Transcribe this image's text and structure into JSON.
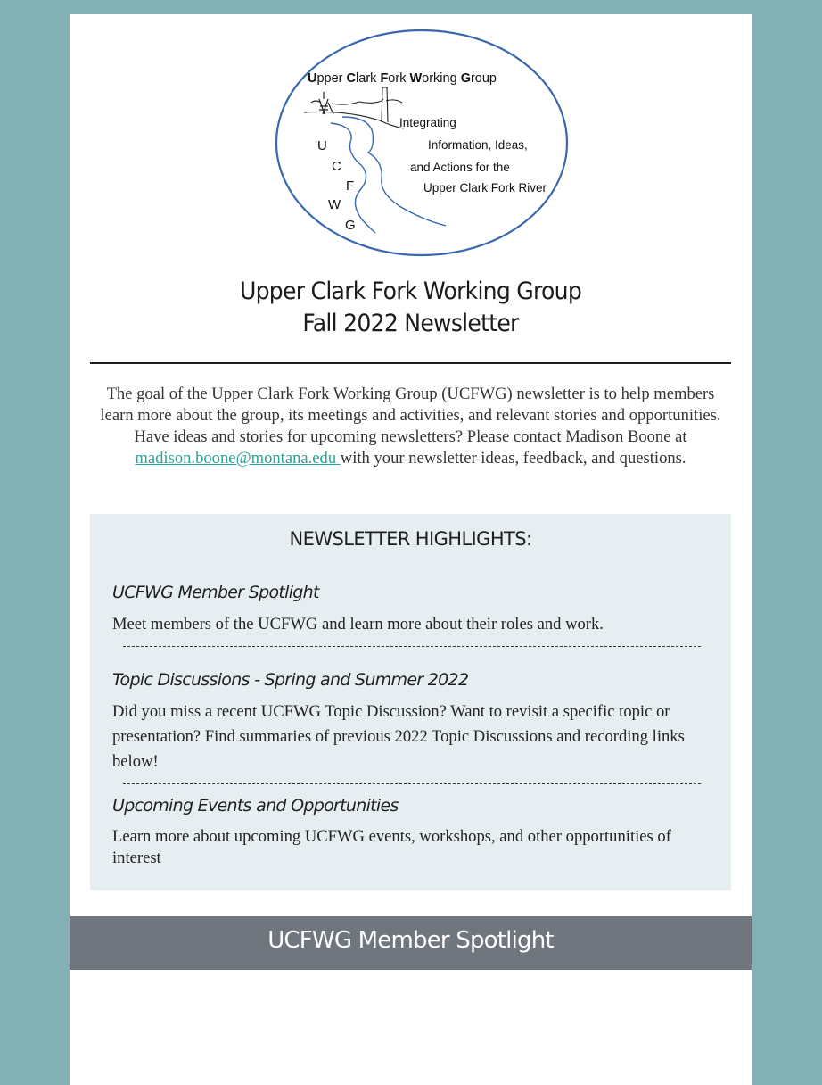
{
  "colors": {
    "page_background": "#82b0b5",
    "card_background": "#ffffff",
    "highlights_background": "#e7eef2",
    "section_band": "#6f767d",
    "link": "#2aa39a",
    "logo_blue": "#3a68b0"
  },
  "logo": {
    "title_parts": [
      {
        "initial": "U",
        "rest": "pper "
      },
      {
        "initial": "C",
        "rest": "lark "
      },
      {
        "initial": "F",
        "rest": "ork "
      },
      {
        "initial": "W",
        "rest": "orking "
      },
      {
        "initial": "G",
        "rest": "roup"
      }
    ],
    "acronym_letters": [
      "U",
      "C",
      "F",
      "W",
      "G"
    ],
    "tagline_lines": [
      "Integrating",
      "Information, Ideas,",
      "and Actions for the",
      "Upper Clark Fork River"
    ],
    "icons": [
      "mine-headframe-icon",
      "smokestack-icon",
      "river-icon"
    ]
  },
  "header": {
    "title_line1": "Upper Clark Fork Working Group",
    "title_line2": "Fall 2022 Newsletter"
  },
  "intro": {
    "text_before_link": "The goal of the Upper Clark Fork Working Group (UCFWG) newsletter is to help members learn more about the group, its meetings and activities, and relevant stories and opportunities. Have ideas and stories for upcoming newsletters? Please contact Madison Boone at ",
    "link_text": "madison.boone@montana.edu ",
    "text_after_link": "with your newsletter ideas, feedback, and questions."
  },
  "highlights": {
    "heading": "NEWSLETTER HIGHLIGHTS:",
    "items": [
      {
        "title": "UCFWG Member Spotlight",
        "description": "Meet members of the UCFWG and learn more about their roles and work."
      },
      {
        "title": "Topic Discussions - Spring and Summer 2022",
        "description": "Did you miss a recent UCFWG Topic Discussion? Want to revisit a specific topic or presentation? Find summaries of previous 2022 Topic Discussions and recording links below!"
      },
      {
        "title": "Upcoming Events and Opportunities",
        "description": "Learn more about upcoming UCFWG events, workshops, and other opportunities of interest"
      }
    ]
  },
  "sections": [
    {
      "title": "UCFWG Member Spotlight"
    }
  ]
}
